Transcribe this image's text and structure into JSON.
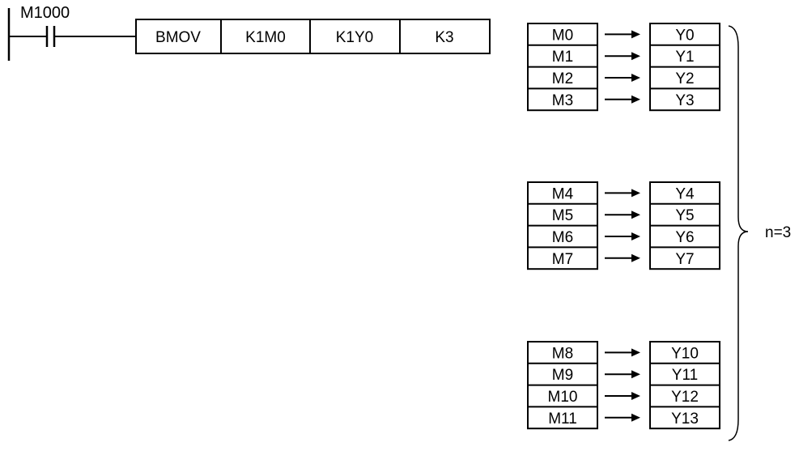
{
  "ladder": {
    "contact_label": "M1000",
    "instruction": [
      "BMOV",
      "K1M0",
      "K1Y0",
      "K3"
    ]
  },
  "mapping": {
    "groups": [
      {
        "rows": [
          {
            "src": "M0",
            "dst": "Y0"
          },
          {
            "src": "M1",
            "dst": "Y1"
          },
          {
            "src": "M2",
            "dst": "Y2"
          },
          {
            "src": "M3",
            "dst": "Y3"
          }
        ]
      },
      {
        "rows": [
          {
            "src": "M4",
            "dst": "Y4"
          },
          {
            "src": "M5",
            "dst": "Y5"
          },
          {
            "src": "M6",
            "dst": "Y6"
          },
          {
            "src": "M7",
            "dst": "Y7"
          }
        ]
      },
      {
        "rows": [
          {
            "src": "M8",
            "dst": "Y10"
          },
          {
            "src": "M9",
            "dst": "Y11"
          },
          {
            "src": "M10",
            "dst": "Y12"
          },
          {
            "src": "M11",
            "dst": "Y13"
          }
        ]
      }
    ],
    "brace_label": "n=3"
  }
}
